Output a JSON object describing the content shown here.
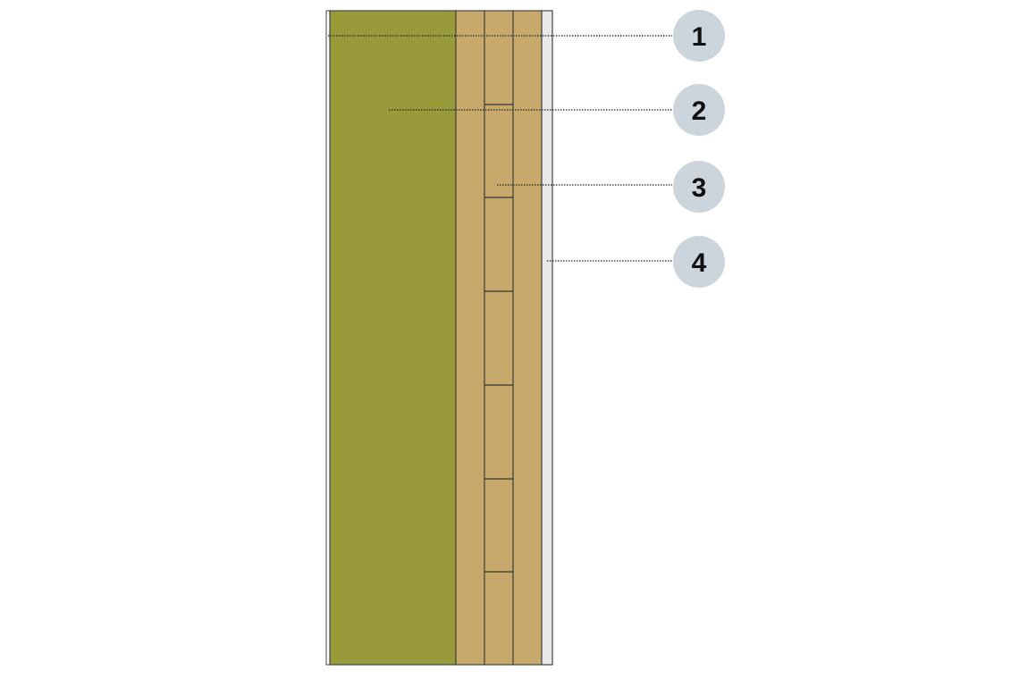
{
  "diagram": {
    "type": "wall-section",
    "callouts": [
      {
        "number": "1",
        "target": "outer-layer"
      },
      {
        "number": "2",
        "target": "insulation"
      },
      {
        "number": "3",
        "target": "boards"
      },
      {
        "number": "4",
        "target": "finish-layer"
      }
    ],
    "colors": {
      "insulation": "#999a3a",
      "wood": "#c7aa6b",
      "finish": "#e8e8e8",
      "callout_bg": "#cdd5dc",
      "line": "#333333"
    }
  }
}
